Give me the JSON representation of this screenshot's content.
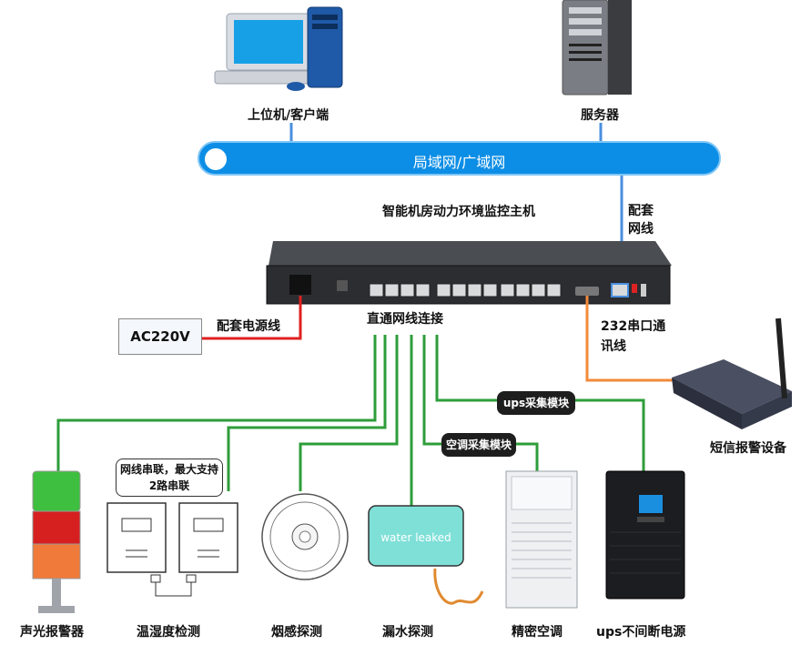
{
  "title": "智能机房动力环境监控主机",
  "nodes": {
    "client": "上位机/客户端",
    "server": "服务器",
    "lan": "局域网/广域网",
    "network_cable": "配套网线",
    "ac_source": "AC220V",
    "power_cable": "配套电源线",
    "direct_cable": "直通网线连接",
    "serial_line": "232串口通讯线",
    "sms_device": "短信报警设备",
    "ups_module": "ups采集模块",
    "ac_module": "空调采集模块",
    "cascade_note": "网线串联，最大支持2路串联",
    "water_sensor_text": "water leaked"
  },
  "devices": {
    "alarm": "声光报警器",
    "temp_humidity": "温湿度检测",
    "smoke": "烟感探测",
    "water_leak": "漏水探测",
    "precision_ac": "精密空调",
    "ups": "ups不间断电源"
  },
  "colors": {
    "lan": "#0d8ee6",
    "link_blue": "#4a8fe0",
    "power_red": "#e02020",
    "serial_orange": "#f28a3a",
    "sensor_green": "#2e9d3a"
  }
}
